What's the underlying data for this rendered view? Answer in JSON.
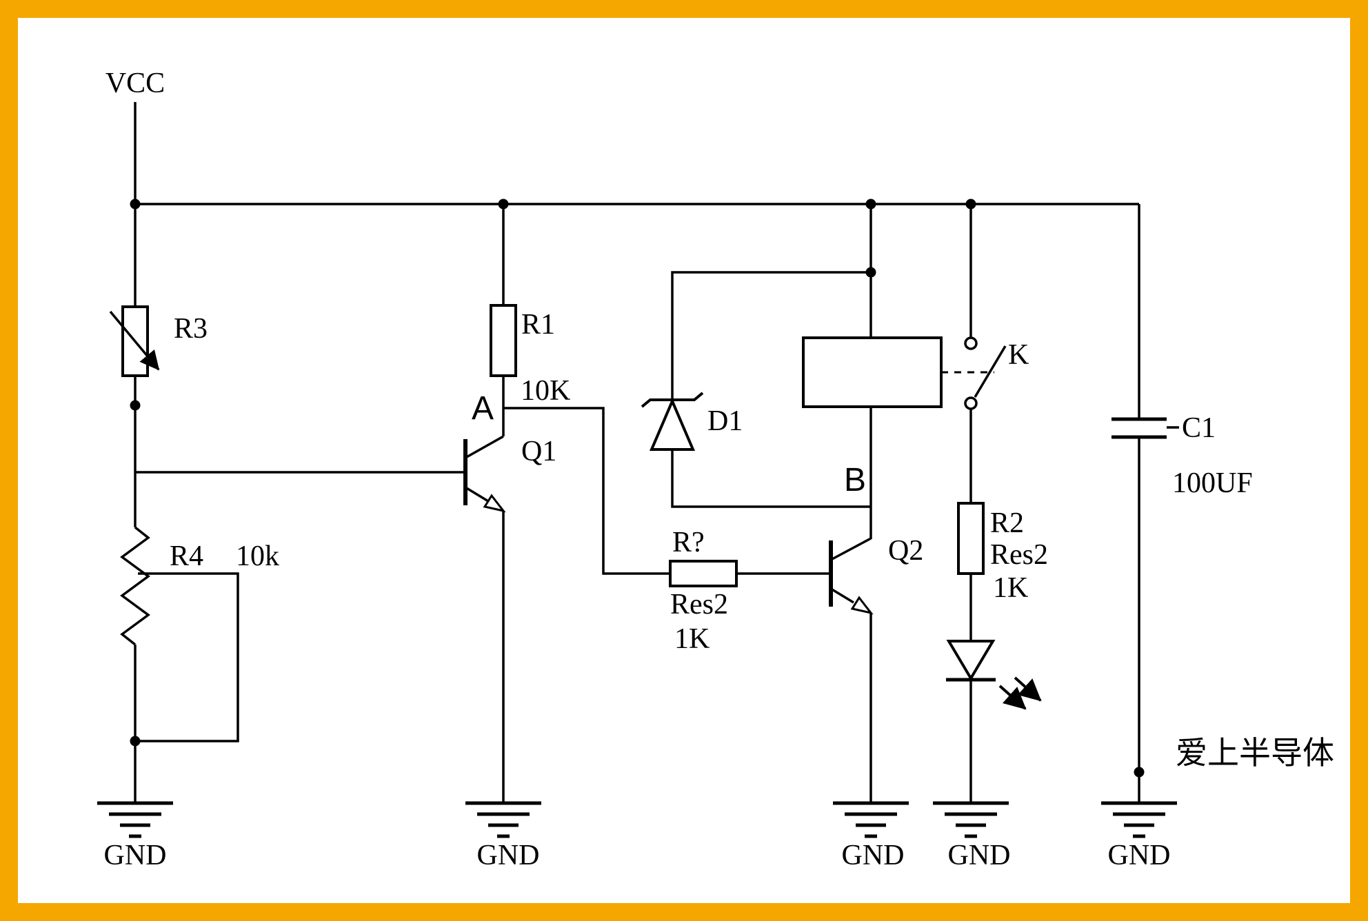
{
  "colors": {
    "border": "#F5A700",
    "accent_red": "#FF2B20",
    "wire": "#000000",
    "background": "#FFFFFF"
  },
  "labels": {
    "vcc": "VCC",
    "gnd": "GND",
    "r3": "R3",
    "r4": "R4",
    "r4_value": "10k",
    "r1": "R1",
    "r1_value": "10K",
    "node_a": "A",
    "q1": "Q1",
    "d1": "D1",
    "rq": "R?",
    "rq_type": "Res2",
    "rq_value": "1K",
    "node_b": "B",
    "q2": "Q2",
    "k": "K",
    "r2": "R2",
    "r2_type": "Res2",
    "r2_value": "1K",
    "c1": "C1",
    "c1_value": "100UF",
    "watermark": "爱上半导体"
  }
}
